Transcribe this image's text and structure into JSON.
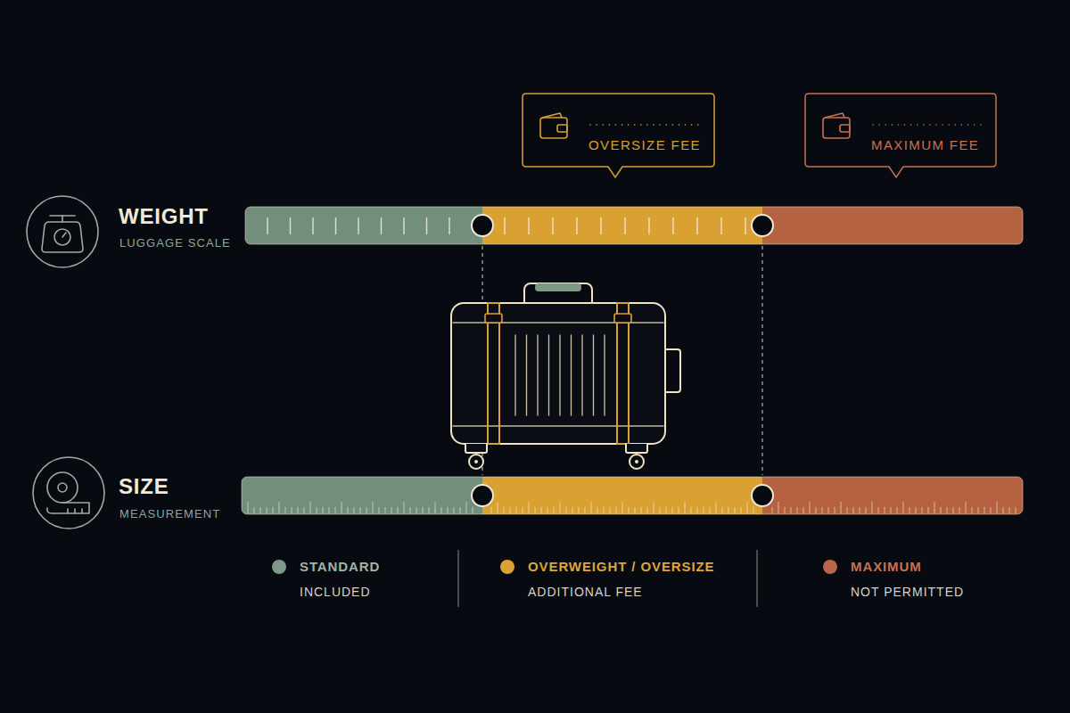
{
  "diagram": {
    "nodes": [
      {
        "text": [
          "OVERSIZE FEE"
        ]
      },
      {
        "text": [
          "MAXIMUM FEE"
        ]
      }
    ],
    "labels": [
      "WEIGHT",
      "LUGGAGE SCALE",
      "SIZE",
      "MEASUREMENT",
      "INCLUDED",
      "ADDITIONAL FEE",
      "NOT PERMITTED"
    ],
    "legend": [
      {
        "text": "STANDARD",
        "color": "#7e9a87"
      },
      {
        "text": "OVERWEIGHT / OVERSIZE",
        "color": "#dba236"
      },
      {
        "text": "MAXIMUM",
        "color": "#b9654a"
      }
    ]
  }
}
